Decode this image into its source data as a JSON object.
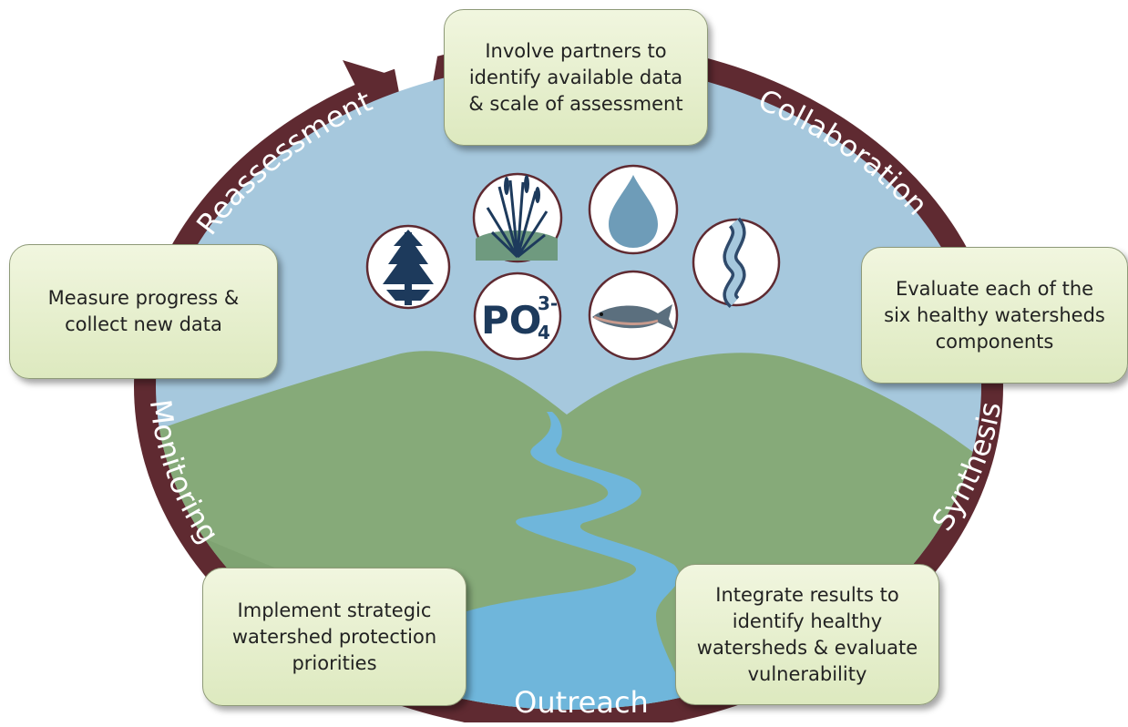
{
  "diagram": {
    "ring_labels": {
      "reassessment": "Reassessment",
      "collaboration": "Collaboration",
      "synthesis": "Synthesis",
      "outreach": "Outreach",
      "monitoring": "Monitoring"
    },
    "steps": {
      "involve_partners": [
        "Involve partners to",
        "identify available data",
        "& scale of assessment"
      ],
      "evaluate_components": [
        "Evaluate each of the",
        "six healthy watersheds",
        "components"
      ],
      "integrate_results": [
        "Integrate results to",
        "identify healthy",
        "watersheds & evaluate",
        "vulnerability"
      ],
      "implement_priorities": [
        "Implement strategic",
        "watershed protection",
        "priorities"
      ],
      "measure_progress": [
        "Measure progress &",
        "collect new data"
      ]
    },
    "icons": {
      "names": [
        "tree-icon",
        "wetland-plants-icon",
        "water-drop-icon",
        "stream-channel-icon",
        "phosphate-icon",
        "fish-icon"
      ],
      "phosphate": {
        "main": "PO",
        "sup": "3-",
        "sub": "4"
      }
    },
    "colors": {
      "ring": "#5f2a31",
      "sky": "#a6c8dd",
      "hills": "#86aa79",
      "river": "#6fb6db",
      "box_fill": "#e6eed0"
    }
  }
}
